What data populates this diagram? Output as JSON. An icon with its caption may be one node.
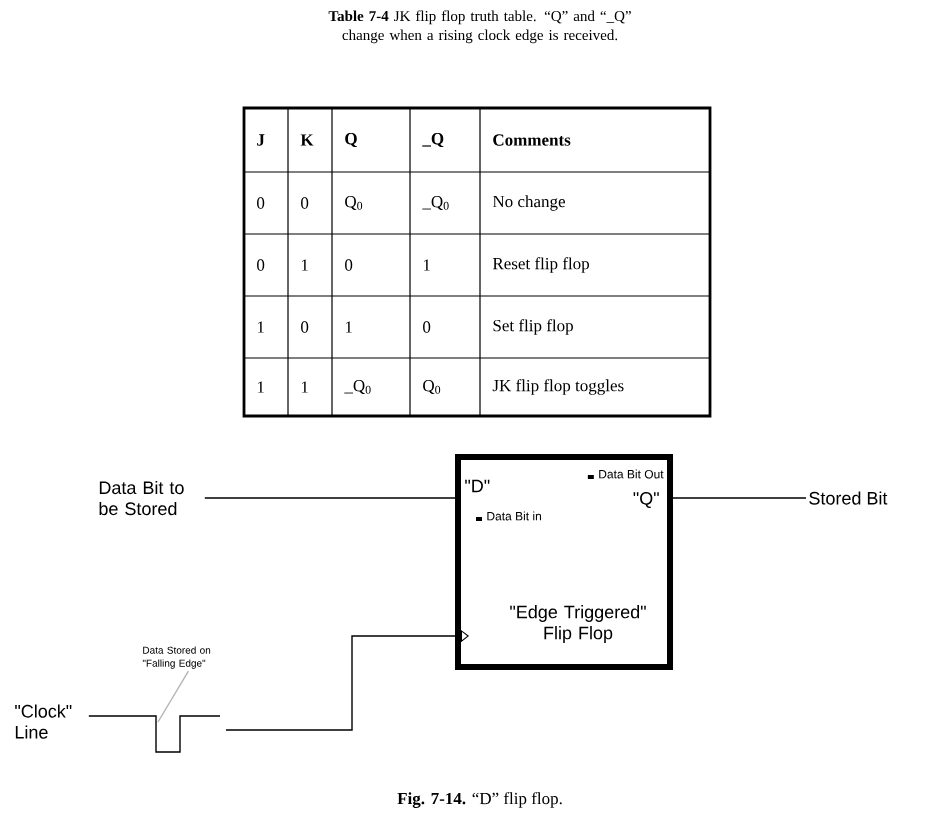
{
  "diagram": {
    "title": "**Table 7-4** JK flip flop truth table. “Q” and “_Q” change when a rising clock edge is received.",
    "caption": "**Fig. 7-14.** “D” flip flop.",
    "nodes": [
      {
        "text": [
          "Data Bit to be Stored"
        ]
      },
      {
        "text": [
          "\"D\"",
          "Data Bit in",
          "Data Bit Out",
          "\"Q\"",
          "\"Edge Triggered\" Flip Flop"
        ]
      },
      {
        "text": [
          "Stored Bit"
        ]
      },
      {
        "text": [
          "\"Clock\" Line"
        ]
      },
      {
        "text": [
          "Data Stored on \"Falling Edge\""
        ]
      }
    ],
    "edges": [
      {
        "from": 0,
        "to": 1,
        "arrow": "none"
      },
      {
        "from": 1,
        "to": 2,
        "arrow": "none"
      },
      {
        "from": 3,
        "to": null,
        "arrow": "none"
      },
      {
        "from": null,
        "to": 1,
        "arrow": "to"
      },
      {
        "from": 4,
        "to": null,
        "arrow": "none",
        "color": "#b4b4b4"
      }
    ],
    "labels": [
      "J",
      "K",
      "Q",
      "_Q",
      "Comments",
      "0",
      "0",
      "Q$_{0}$",
      "_Q$_{0}$",
      "No change",
      "0",
      "1",
      "0",
      "1",
      "Reset flip flop",
      "1",
      "0",
      "1",
      "0",
      "Set flip flop",
      "1",
      "1",
      "_Q$_{0}$",
      "Q$_{0}$",
      "JK flip flop toggles"
    ]
  }
}
